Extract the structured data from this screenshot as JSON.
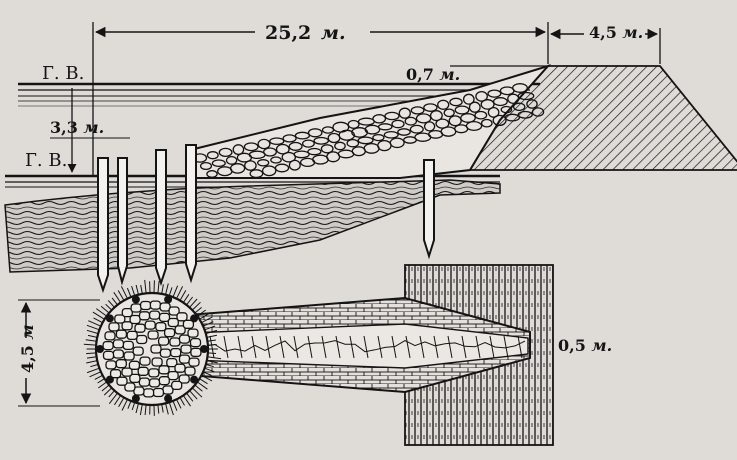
{
  "diagram": {
    "dimensions": {
      "length_top": "25,2",
      "length_top_unit": "м.",
      "crest_width": "4,5",
      "crest_width_unit": "м.",
      "height_above_water": "0,7",
      "height_above_water_unit": "м.",
      "water_level_difference": "3,3",
      "water_level_difference_unit": "м.",
      "head_width": "4,5",
      "head_width_unit": "м",
      "root_width": "0,5",
      "root_width_unit": "м."
    },
    "labels": {
      "high_water": "Г. В.",
      "low_water": "Г. В."
    }
  },
  "colors": {
    "paper": "#dfdcd8",
    "ink": "#141414",
    "stone_fill": "#e9e6e1"
  }
}
